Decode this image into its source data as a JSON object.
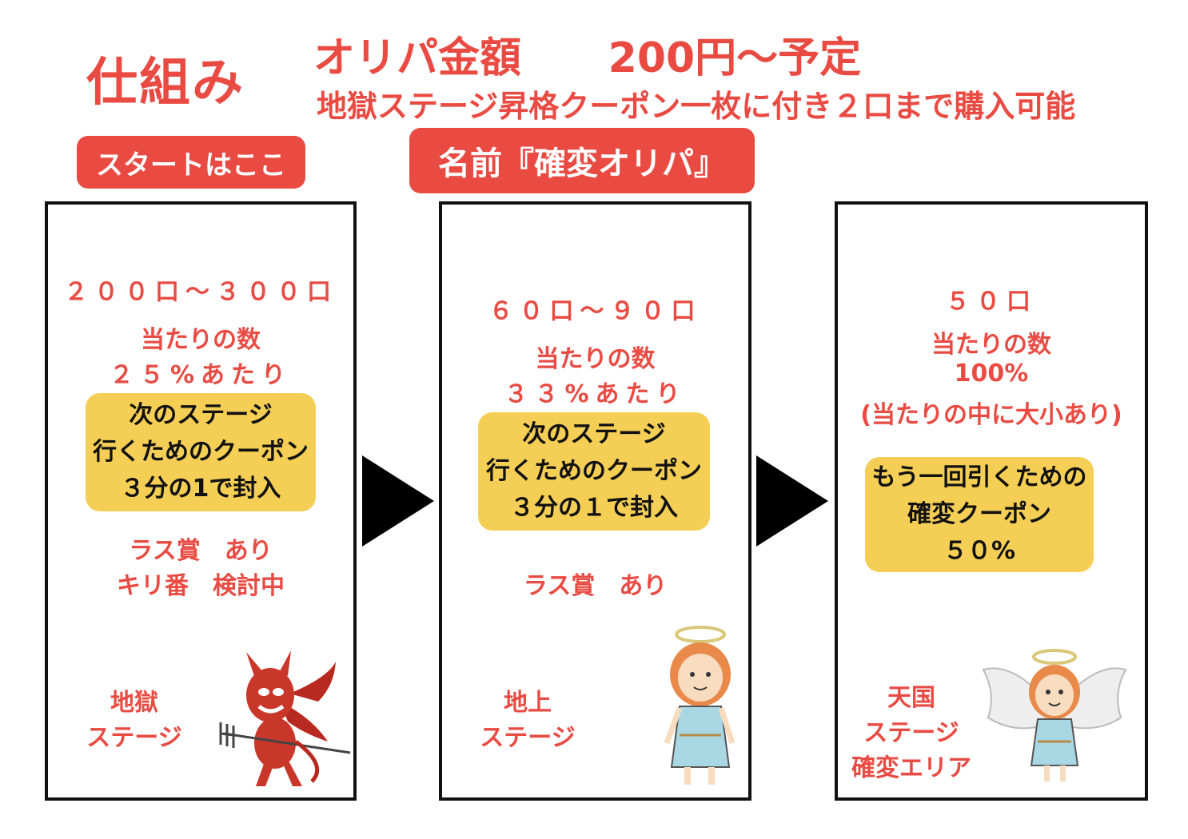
{
  "header": {
    "title": "仕組み",
    "price_label": "オリパ金額",
    "price_value": "200円〜予定",
    "rule": "地獄ステージ昇格クーポン一枚に付き２口まで購入可能"
  },
  "badges": {
    "start": "スタートはここ",
    "name": "名前『確変オリパ』"
  },
  "colors": {
    "accent": "#e94b43",
    "highlight": "#f5cf55",
    "border": "#111111"
  },
  "stages": [
    {
      "units": "２００口〜３００口",
      "win_label": "当たりの数",
      "win_rate": "２５%あたり",
      "highlight": [
        "次のステージ",
        "行くためのクーポン",
        "３分の1で封入"
      ],
      "notes": [
        "ラス賞　あり",
        "キリ番　検討中"
      ],
      "stage_name": [
        "地獄",
        "ステージ"
      ],
      "character": "devil-icon"
    },
    {
      "units": "６０口〜９０口",
      "win_label": "当たりの数",
      "win_rate": "３３%あたり",
      "highlight": [
        "次のステージ",
        "行くためのクーポン",
        "３分の１で封入"
      ],
      "notes": [
        "ラス賞　あり"
      ],
      "stage_name": [
        "地上",
        "ステージ"
      ],
      "character": "angel-icon"
    },
    {
      "units": "５０口",
      "win_label": "当たりの数",
      "win_rate": "100%",
      "win_note": "(当たりの中に大小あり)",
      "highlight": [
        "もう一回引くための",
        "確変クーポン",
        "５０%"
      ],
      "stage_name": [
        "天国",
        "ステージ",
        "確変エリア"
      ],
      "character": "winged-angel-icon"
    }
  ]
}
